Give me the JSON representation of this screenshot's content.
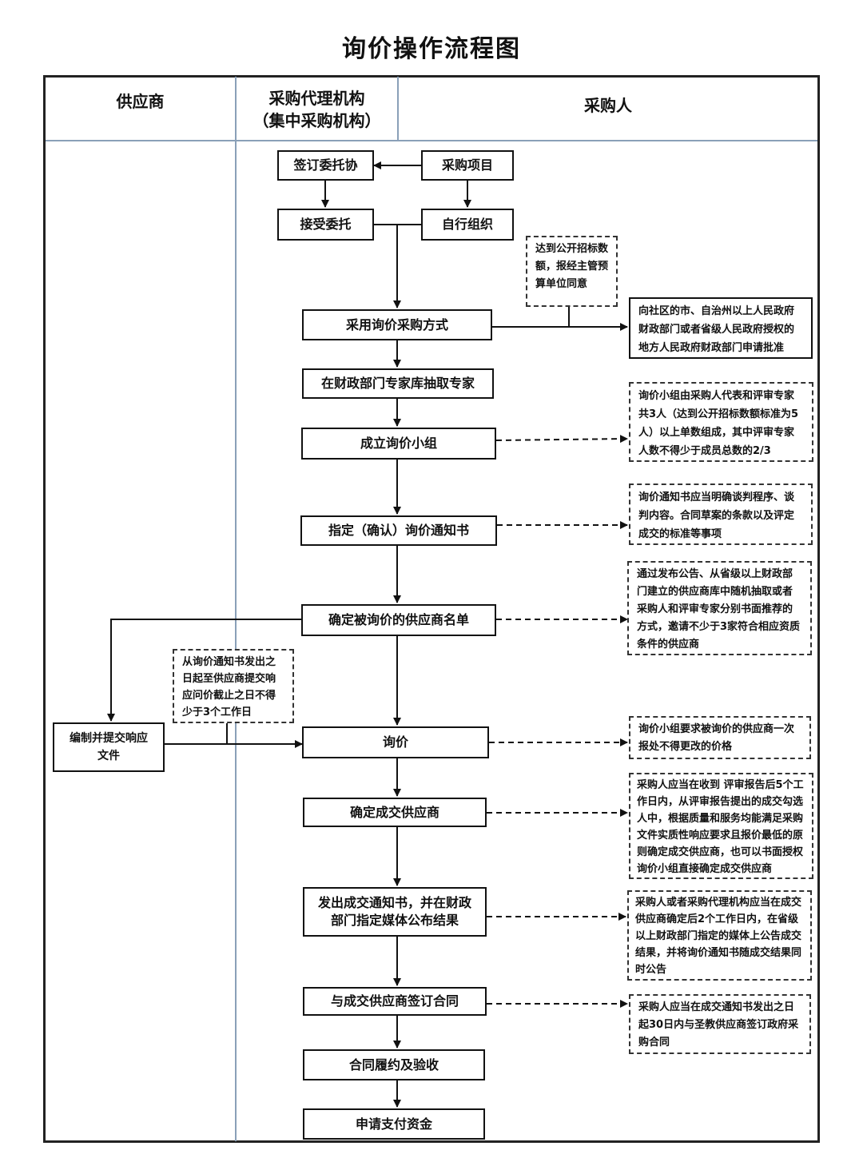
{
  "title": "询价操作流程图",
  "lanes": {
    "supplier": "供应商",
    "agency_line1": "采购代理机构",
    "agency_line2": "（集中采购机构）",
    "purchaser": "采购人"
  },
  "steps": {
    "sign_commission": "签订委托协",
    "procurement_project": "采购项目",
    "accept_commission": "接受委托",
    "self_organize": "自行组织",
    "adopt_inquiry": "采用询价采购方式",
    "draw_experts": "在财政部门专家库抽取专家",
    "form_group": "成立询价小组",
    "designate_notice": "指定（确认）询价通知书",
    "confirm_suppliers": "确定被询价的供应商名单",
    "prepare_response": "编制并提交响应文件",
    "inquiry": "询价",
    "determine_supplier": "确定成交供应商",
    "issue_notice": "发出成交通知书，并在财政部门指定媒体公布结果",
    "sign_contract": "与成交供应商签订合同",
    "perform_accept": "合同履约及验收",
    "apply_payment": "申请支付资金"
  },
  "notes": {
    "threshold": "达到公开招标数额，报经主管预算单位同意",
    "approval": "向社区的市、自治州以上人民政府财政部门或者省级人民政府授权的地方人民政府财政部门申请批准",
    "group_composition": "询价小组由采购人代表和评审专家共3人（达到公开招标数额标准为5人）以上单数组成，其中评审专家人数不得少于成员总数的2/3",
    "notice_content": "询价通知书应当明确谈判程序、谈判内容。合同草案的条款以及评定成交的标准等事项",
    "supplier_selection": "通过发布公告、从省级以上财政部门建立的供应商库中随机抽取或者采购人和评审专家分别书面推荐的方式，邀请不少于3家符合相应资质条件的供应商",
    "response_deadline": "从询价通知书发出之日起至供应商提交响应问价截止之日不得少于3个工作日",
    "one_quote": "询价小组要求被询价的供应商一次报处不得更改的价格",
    "confirm_deadline": "采购人应当在收到 评审报告后5个工作日内，从评审报告提出的成交勾选人中，根据质量和服务均能满足采购文件实质性响应要求且报价最低的原则确定成交供应商，也可以书面授权询价小组直接确定成交供应商",
    "publish_deadline": "采购人或者采购代理机构应当在成交供应商确定后2个工作日内，在省级以上财政部门指定的媒体上公告成交结果，并将询价通知书随成交结果同时公告",
    "contract_deadline": "采购人应当在成交通知书发出之日起30日内与圣教供应商签订政府采购合同"
  }
}
